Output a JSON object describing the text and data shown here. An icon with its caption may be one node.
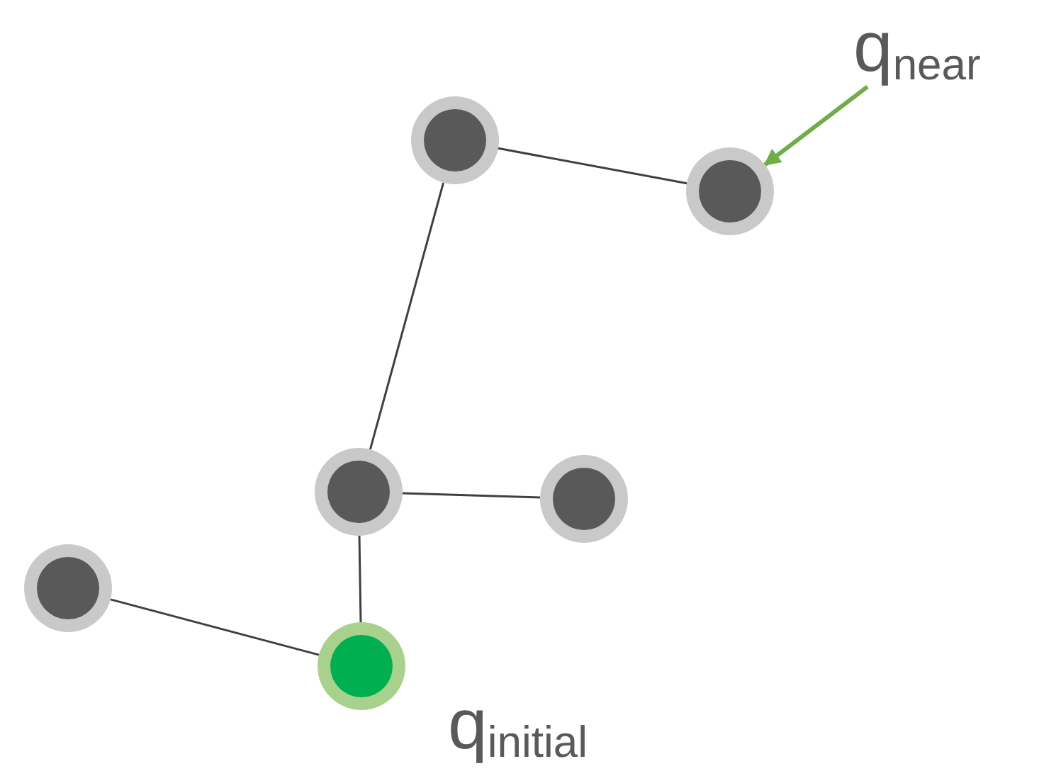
{
  "diagram": {
    "nodes": [
      {
        "text": [
          "q$_{near}$"
        ]
      },
      {
        "text": [],
        "shape": "circle"
      },
      {
        "text": [],
        "shape": "circle"
      },
      {
        "text": [],
        "shape": "circle"
      },
      {
        "text": [],
        "shape": "circle"
      },
      {
        "text": [],
        "shape": "circle"
      },
      {
        "text": [],
        "shape": "circle",
        "beside": [
          "q$_{initial}$"
        ]
      }
    ],
    "edges": [
      {
        "from": 0,
        "to": 2,
        "arrow": "to",
        "color": "#70ad47",
        "style": "thick"
      },
      {
        "from": 1,
        "to": 2,
        "arrow": "none"
      },
      {
        "from": 1,
        "to": 3,
        "arrow": "none"
      },
      {
        "from": 3,
        "to": 4,
        "arrow": "none"
      },
      {
        "from": 3,
        "to": 6,
        "arrow": "none"
      },
      {
        "from": 5,
        "to": 6,
        "arrow": "none"
      }
    ]
  }
}
